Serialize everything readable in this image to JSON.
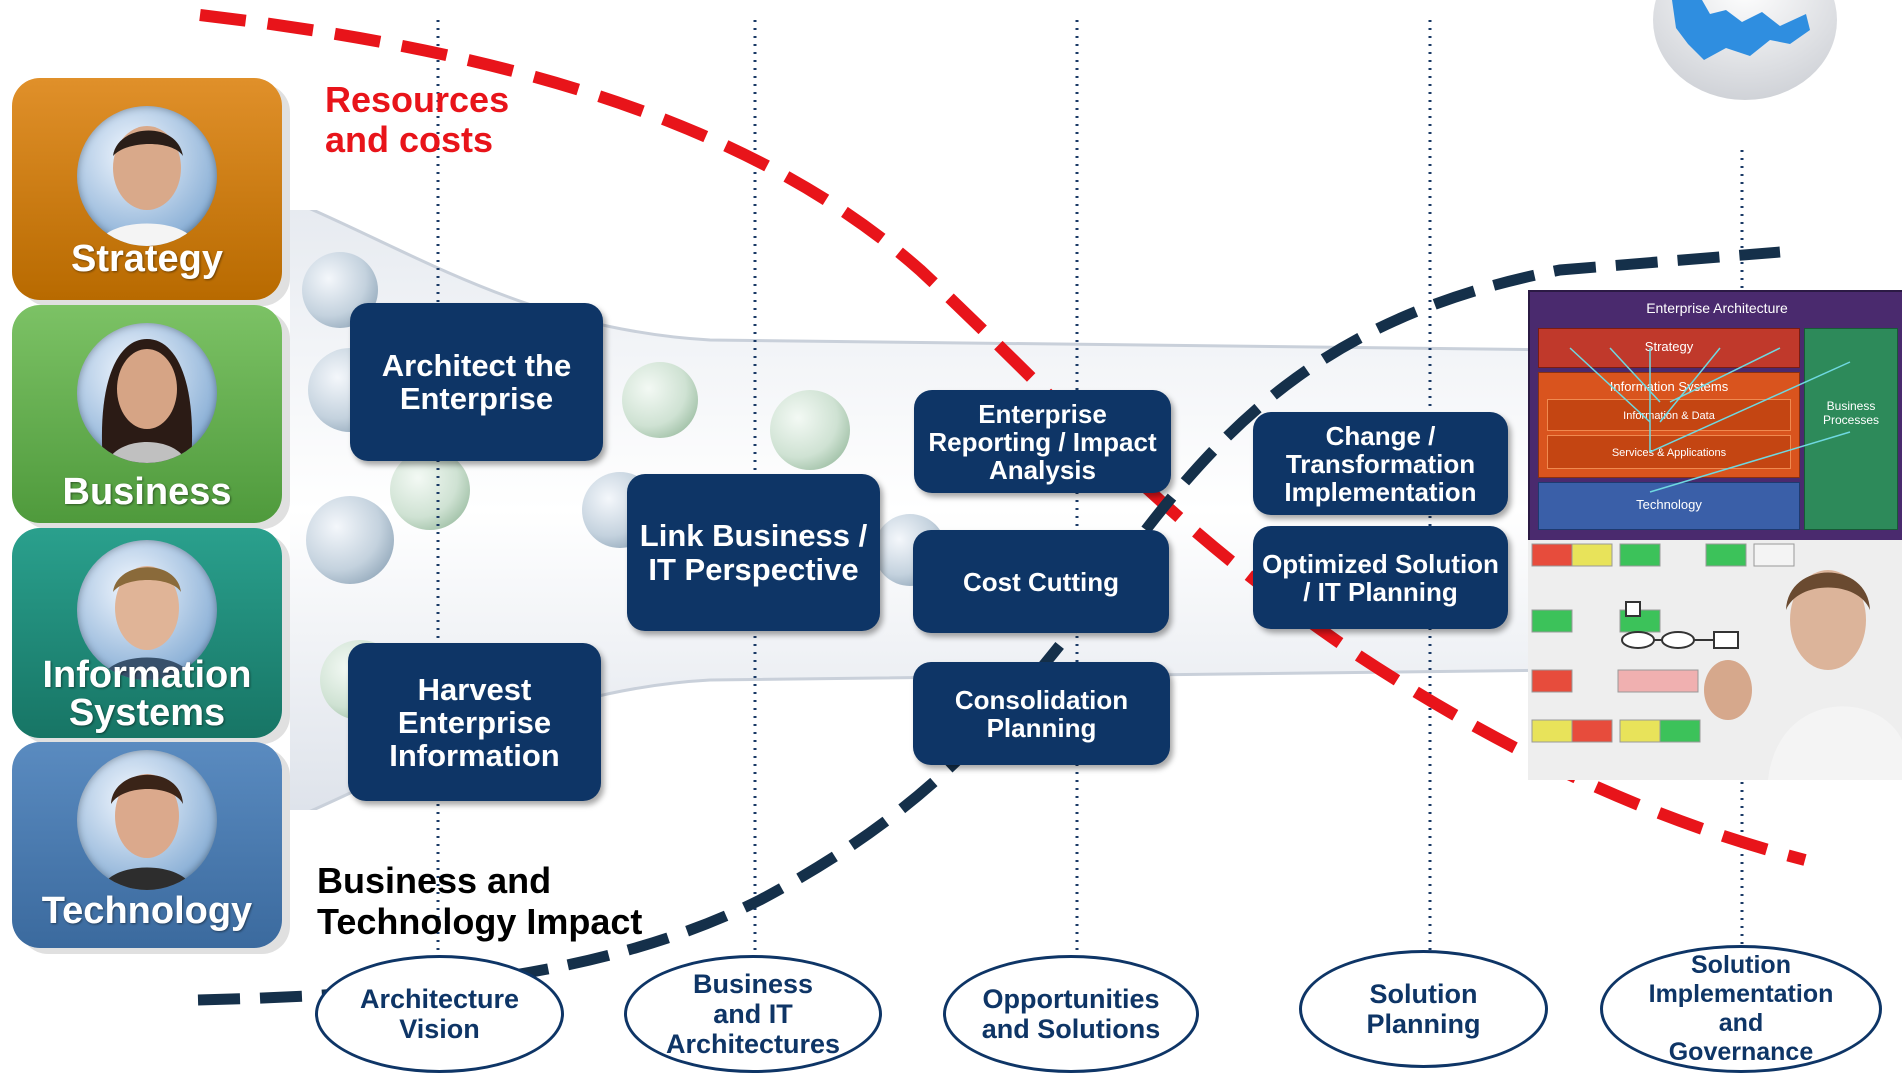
{
  "annotations": {
    "resources_costs": [
      "Resources",
      "and costs"
    ],
    "impact": [
      "Business and",
      "Technology Impact"
    ]
  },
  "roles": [
    {
      "name": "Strategy",
      "color": "#cc7a00"
    },
    {
      "name": "Business",
      "color": "#5ea84a"
    },
    {
      "name": "Information Systems",
      "lines": [
        "Information",
        "Systems"
      ],
      "color": "#1f8a7a"
    },
    {
      "name": "Technology",
      "color": "#4a78ad"
    }
  ],
  "capabilities": [
    {
      "lines": [
        "Architect the",
        "Enterprise"
      ]
    },
    {
      "lines": [
        "Harvest",
        "Enterprise",
        "Information"
      ]
    },
    {
      "lines": [
        "Link Business /",
        "IT Perspective"
      ]
    },
    {
      "lines": [
        "Enterprise",
        "Reporting / Impact",
        "Analysis"
      ]
    },
    {
      "lines": [
        "Cost Cutting"
      ]
    },
    {
      "lines": [
        "Consolidation",
        "Planning"
      ]
    },
    {
      "lines": [
        "Change /",
        "Transformation",
        "Implementation"
      ]
    },
    {
      "lines": [
        "Optimized Solution",
        "/ IT Planning"
      ]
    }
  ],
  "stages": [
    {
      "lines": [
        "Architecture",
        "Vision"
      ]
    },
    {
      "lines": [
        "Business",
        "and IT",
        "Architectures"
      ]
    },
    {
      "lines": [
        "Opportunities",
        "and Solutions"
      ]
    },
    {
      "lines": [
        "Solution",
        "Planning"
      ]
    },
    {
      "lines": [
        "Solution",
        "Implementation",
        "and",
        "Governance"
      ]
    }
  ],
  "ea_panel": {
    "title": "Enterprise Architecture",
    "strategy": "Strategy",
    "information_systems": "Information Systems",
    "information_data": "Information & Data",
    "services_apps": "Services & Applications",
    "technology": "Technology",
    "business_processes": [
      "Business",
      "Processes"
    ]
  },
  "colors": {
    "navy": "#0e3566",
    "red_dash": "#e8141a",
    "dark_dash": "#15304a",
    "dotted_line": "#1a3a66"
  }
}
